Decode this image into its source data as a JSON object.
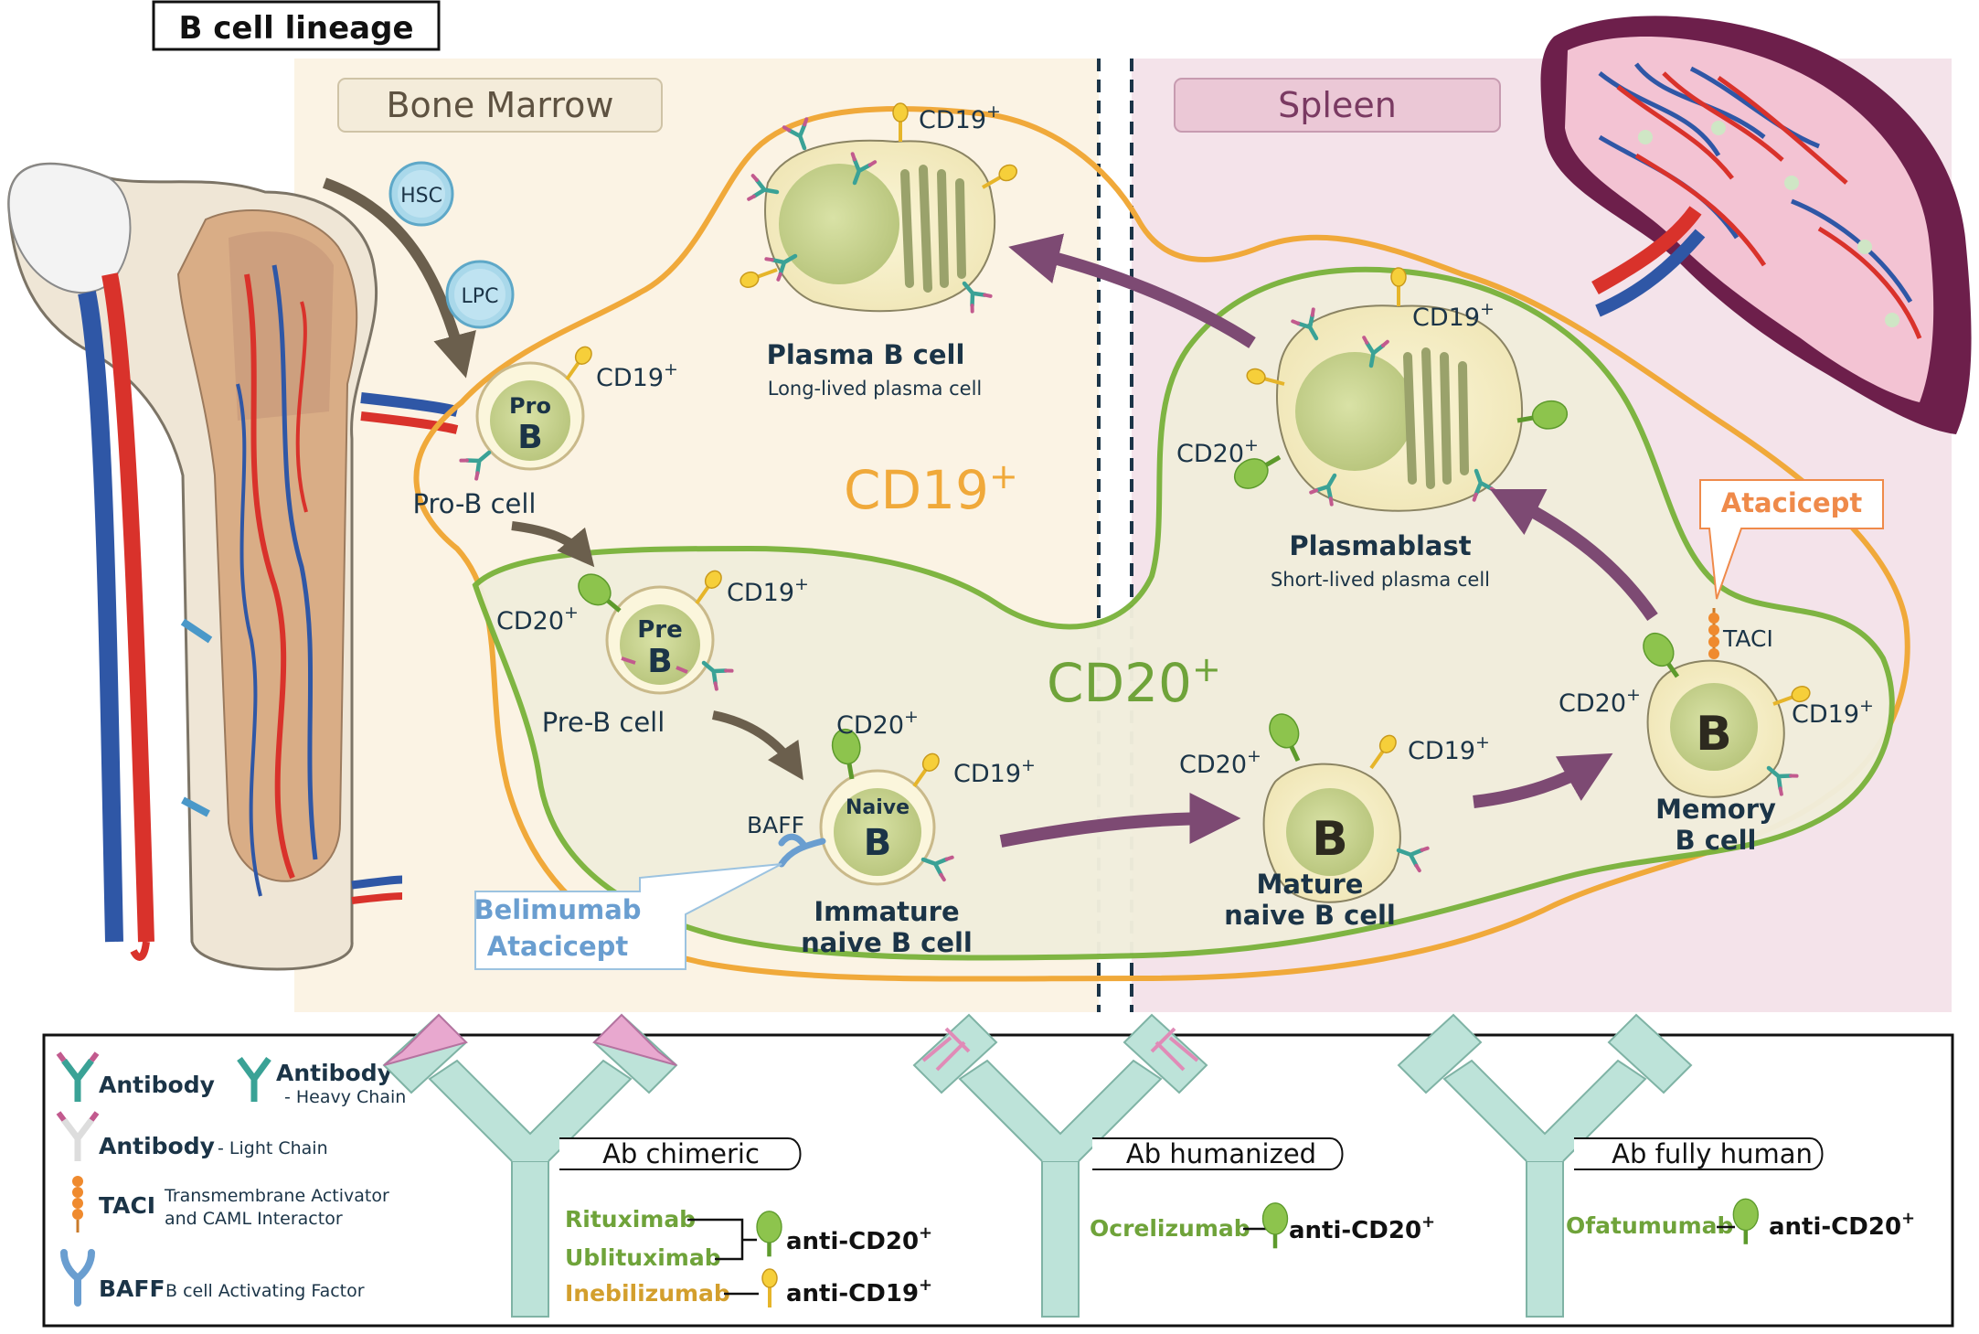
{
  "title": "B cell lineage",
  "regions": {
    "bone_marrow": "Bone Marrow",
    "spleen": "Spleen"
  },
  "progenitors": {
    "hsc": "HSC",
    "lpc": "LPC"
  },
  "zones": {
    "cd19": "CD19",
    "cd20": "CD20",
    "plus": "+"
  },
  "markers": {
    "cd19": "CD19",
    "cd20": "CD20",
    "plus": "+",
    "baff": "BAFF",
    "taci": "TACI"
  },
  "cells": {
    "pro_b": {
      "glyph1": "Pro",
      "glyph2": "B",
      "label": "Pro-B cell"
    },
    "pre_b": {
      "glyph1": "Pre",
      "glyph2": "B",
      "label": "Pre-B cell"
    },
    "immature": {
      "glyph1": "Naive",
      "glyph2": "B",
      "label1": "Immature",
      "label2": "naive B cell"
    },
    "mature": {
      "glyph": "B",
      "label1": "Mature",
      "label2": "naive B cell"
    },
    "memory": {
      "glyph": "B",
      "label1": "Memory",
      "label2": "B cell"
    },
    "plasma": {
      "label": "Plasma B cell",
      "sublabel": "Long-lived plasma cell"
    },
    "plasmablast": {
      "label": "Plasmablast",
      "sublabel": "Short-lived plasma cell"
    }
  },
  "callouts": {
    "belimumab1": "Belimumab",
    "belimumab2": "Atacicept",
    "atacicept": "Atacicept"
  },
  "legend": {
    "antibody": "Antibody",
    "antibody_heavy": "Antibody",
    "heavy_sub": "- Heavy Chain",
    "light": "Antibody",
    "light_sub": "- Light Chain",
    "taci": "TACI",
    "taci_sub1": "Transmembrane Activator",
    "taci_sub2": "and CAML Interactor",
    "baff": "BAFF",
    "baff_sub": "B cell Activating Factor"
  },
  "antibody_types": {
    "chimeric": "Ab chimeric",
    "humanized": "Ab humanized",
    "fully_human": "Ab fully human"
  },
  "drugs": {
    "rituximab": "Rituximab",
    "ublituximab": "Ublituximab",
    "inebilizumab": "Inebilizumab",
    "ocrelizumab": "Ocrelizumab",
    "ofatumumab": "Ofatumumab",
    "anti_cd20": "anti-CD20",
    "anti_cd19": "anti-CD19",
    "plus": "+"
  },
  "colors": {
    "bone_marrow_bg": "#fbf3e4",
    "spleen_bg": "#f4e3ea",
    "cd19_border": "#f0a93a",
    "cd20_border": "#7bb33d",
    "arrow_purple": "#7d4a73",
    "arrow_brown": "#6b5f4d",
    "navy": "#1b3447"
  }
}
